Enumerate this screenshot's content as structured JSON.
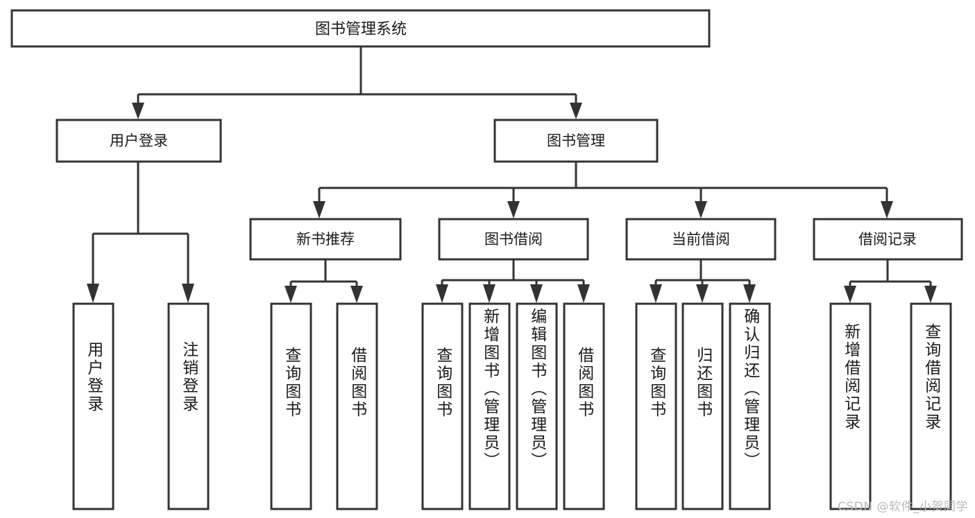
{
  "diagram": {
    "title": "图书管理系统",
    "type": "tree-structure-chart",
    "colors": {
      "box_stroke": "#333333",
      "box_fill": "#ffffff",
      "text": "#1a1a1a",
      "background": "#ffffff",
      "watermark": "#b8b8b8"
    },
    "root": {
      "label": "图书管理系统"
    },
    "level2": [
      {
        "label": "用户登录"
      },
      {
        "label": "图书管理"
      }
    ],
    "level3": [
      {
        "label": "新书推荐"
      },
      {
        "label": "图书借阅"
      },
      {
        "label": "当前借阅"
      },
      {
        "label": "借阅记录"
      }
    ],
    "leaves": {
      "user_login": [
        {
          "label": "用户登录"
        },
        {
          "label": "注销登录"
        }
      ],
      "new_book_recommend": [
        {
          "label": "查询图书"
        },
        {
          "label": "借阅图书"
        }
      ],
      "book_borrow": [
        {
          "label": "查询图书"
        },
        {
          "label": "新增图书（管理员）"
        },
        {
          "label": "编辑图书（管理员）"
        },
        {
          "label": "借阅图书"
        }
      ],
      "current_borrow": [
        {
          "label": "查询图书"
        },
        {
          "label": "归还图书"
        },
        {
          "label": "确认归还（管理员）"
        }
      ],
      "borrow_record": [
        {
          "label": "新增借阅记录"
        },
        {
          "label": "查询借阅记录"
        }
      ]
    }
  },
  "watermark": {
    "text": "CSDN @软件_小贺同学"
  }
}
